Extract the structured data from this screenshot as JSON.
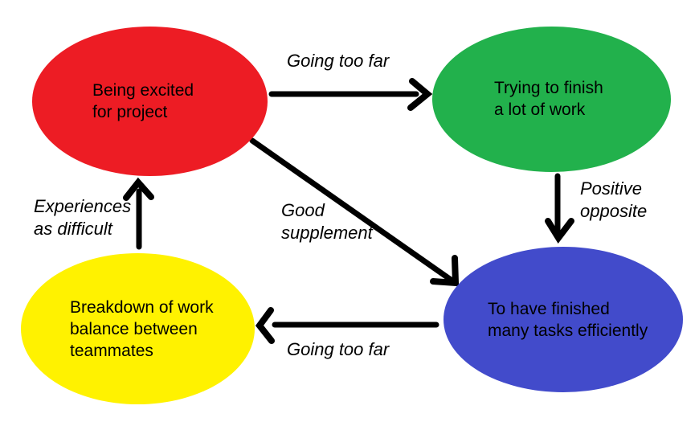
{
  "diagram": {
    "background_color": "#ffffff",
    "stroke_color": "#000000",
    "nodes": [
      {
        "id": "being-excited",
        "color": "#ED1C24",
        "text_color": "#000000",
        "lines": [
          "Being excited",
          "for project"
        ]
      },
      {
        "id": "trying-to-finish",
        "color": "#22B14C",
        "text_color": "#000000",
        "lines": [
          "Trying to finish",
          "a lot of work"
        ]
      },
      {
        "id": "finished-tasks",
        "color": "#424BCB",
        "text_color": "#000000",
        "lines": [
          "To have finished",
          "many tasks efficiently"
        ]
      },
      {
        "id": "work-breakdown",
        "color": "#FFF200",
        "text_color": "#000000",
        "lines": [
          "Breakdown of work",
          "balance between",
          "teammates"
        ]
      }
    ],
    "edges": [
      {
        "from": "being-excited",
        "to": "trying-to-finish",
        "label_lines": [
          "Going too far"
        ]
      },
      {
        "from": "trying-to-finish",
        "to": "finished-tasks",
        "label_lines": [
          "Positive",
          "opposite"
        ]
      },
      {
        "from": "being-excited",
        "to": "finished-tasks",
        "label_lines": [
          "Good",
          "supplement"
        ]
      },
      {
        "from": "finished-tasks",
        "to": "work-breakdown",
        "label_lines": [
          "Going too far"
        ]
      },
      {
        "from": "work-breakdown",
        "to": "being-excited",
        "label_lines": [
          "Experiences",
          "as difficult"
        ]
      }
    ]
  }
}
